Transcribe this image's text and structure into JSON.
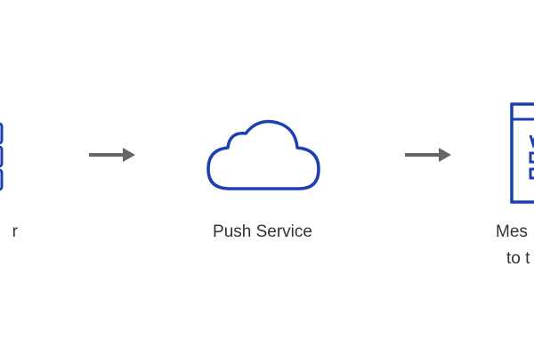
{
  "diagram": {
    "nodes": [
      {
        "id": "app-server",
        "label_line1": "r",
        "icon": "server-icon"
      },
      {
        "id": "push-service",
        "label_line1": "Push Service",
        "icon": "cloud-icon"
      },
      {
        "id": "message-device",
        "label_line1": "Mes",
        "label_line2": "to t",
        "icon": "browser-window-icon"
      }
    ],
    "edges": [
      {
        "from": "app-server",
        "to": "push-service",
        "icon": "arrow-right-icon"
      },
      {
        "from": "push-service",
        "to": "message-device",
        "icon": "arrow-right-icon"
      }
    ],
    "colors": {
      "icon_stroke": "#1e3fb3",
      "arrow": "#666666",
      "text": "#333333"
    }
  }
}
